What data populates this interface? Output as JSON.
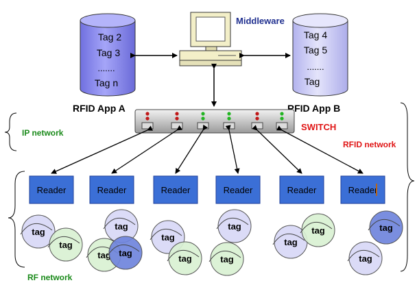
{
  "middleware": {
    "label": "Middleware",
    "label_color": "#1f2f8f"
  },
  "app_a": {
    "label": "RFID App A",
    "tags": [
      "Tag 2",
      "Tag 3",
      ".......",
      "Tag n"
    ],
    "fill": "#8b8bf0"
  },
  "app_b": {
    "label": "RFID App B",
    "tags": [
      "Tag 4",
      "Tag 5",
      ".......",
      "Tag"
    ],
    "fill": "#c7c7f6"
  },
  "switch": {
    "label": "SWITCH",
    "label_color": "#e01414",
    "leds": [
      "red",
      "red",
      "green",
      "green",
      "red",
      "green"
    ]
  },
  "networks": {
    "ip": "IP network",
    "rfid": "RFID network",
    "rf": "RF network",
    "ip_color": "#1a8a1a",
    "rfid_color": "#e01414",
    "rf_color": "#1a8a1a"
  },
  "readers": [
    "Reader",
    "Reader",
    "Reader",
    "Reader",
    "Reader",
    "Reader"
  ],
  "reader_fill": "#3b6fd6",
  "tag_label": "tag",
  "tag_colors": {
    "lavender": "#d8d8f6",
    "green": "#d9f1d3",
    "blue": "#6f84dc"
  },
  "icons": [
    "database-icon",
    "computer-icon",
    "network-switch-icon"
  ]
}
